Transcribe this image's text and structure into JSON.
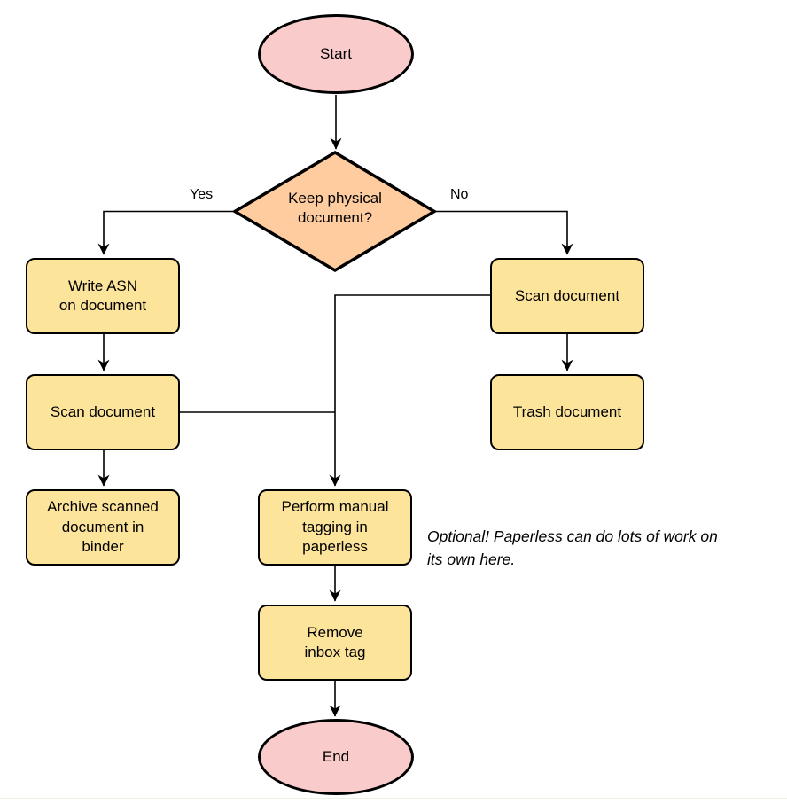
{
  "colors": {
    "node-pink": "#f9cbcb",
    "node-orange": "#fecc9e",
    "node-yellow": "#fde49b",
    "stroke": "#000000"
  },
  "flowchart": {
    "nodes": {
      "start": {
        "label": "Start"
      },
      "decision": {
        "label": "Keep physical\ndocument?"
      },
      "write_asn": {
        "label": "Write ASN\non document"
      },
      "scan_left": {
        "label": "Scan document"
      },
      "archive": {
        "label": "Archive scanned\ndocument in\nbinder"
      },
      "scan_right": {
        "label": "Scan document"
      },
      "trash": {
        "label": "Trash document"
      },
      "tagging": {
        "label": "Perform manual\ntagging in\npaperless"
      },
      "remove_inbox": {
        "label": "Remove\ninbox tag"
      },
      "end": {
        "label": "End"
      }
    },
    "edge_labels": {
      "yes": "Yes",
      "no": "No"
    },
    "note": "Optional! Paperless can do lots of work on\nits own here."
  }
}
